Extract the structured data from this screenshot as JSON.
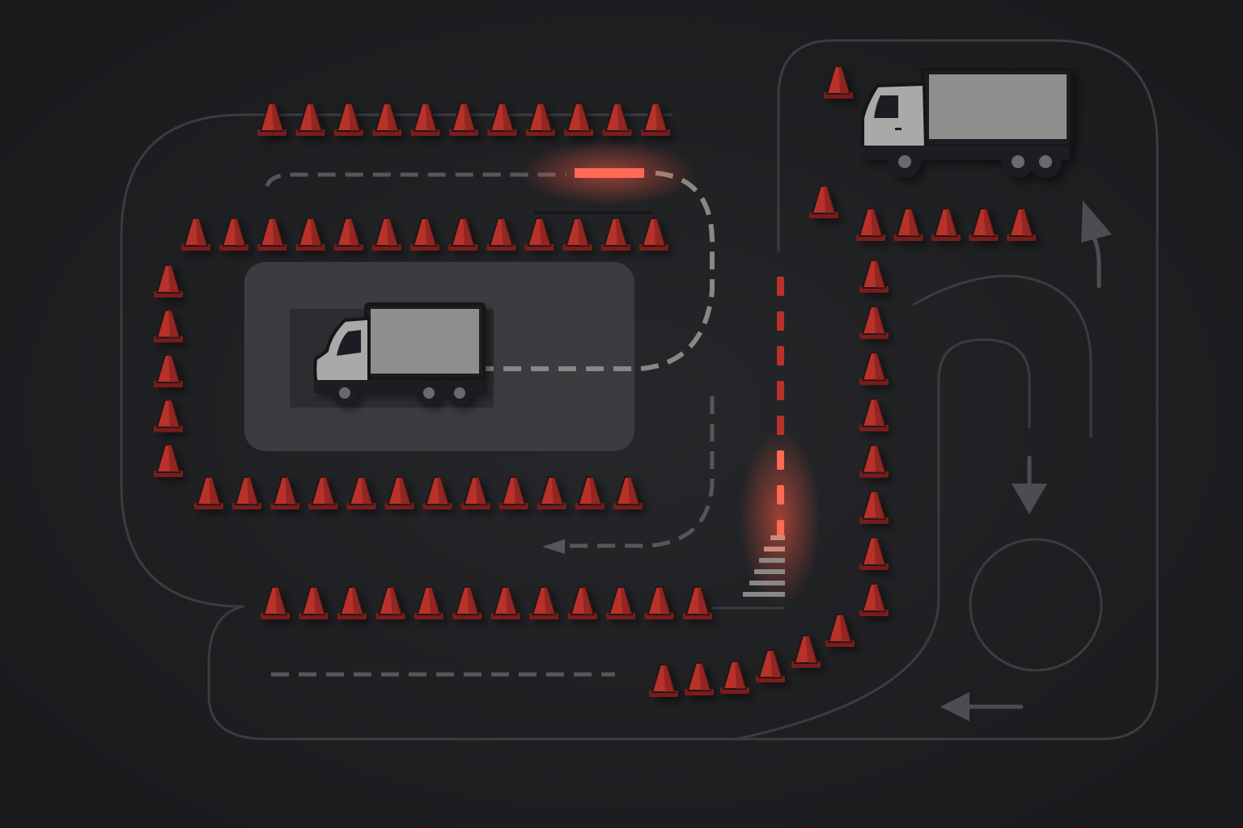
{
  "scene": {
    "background": "#1f2023",
    "colors": {
      "track": "#3a3c40",
      "cone": "#b8322c",
      "cone_dark": "#7a1f1d",
      "truck_body": "#8e8e8c",
      "truck_cab": "#a9a9a7",
      "bay": "#3c3d40",
      "highlight": "#ff6a55"
    }
  },
  "vehicles": [
    {
      "id": "parked-box-truck",
      "icon": "box-truck-icon",
      "state": "parked"
    },
    {
      "id": "waiting-semi-truck",
      "icon": "truck-icon",
      "state": "waiting"
    }
  ],
  "icons": {
    "cone": "traffic-cone-icon",
    "arrow_up": "arrow-up-icon",
    "arrow_down": "arrow-down-icon",
    "arrow_left": "arrow-left-icon"
  }
}
